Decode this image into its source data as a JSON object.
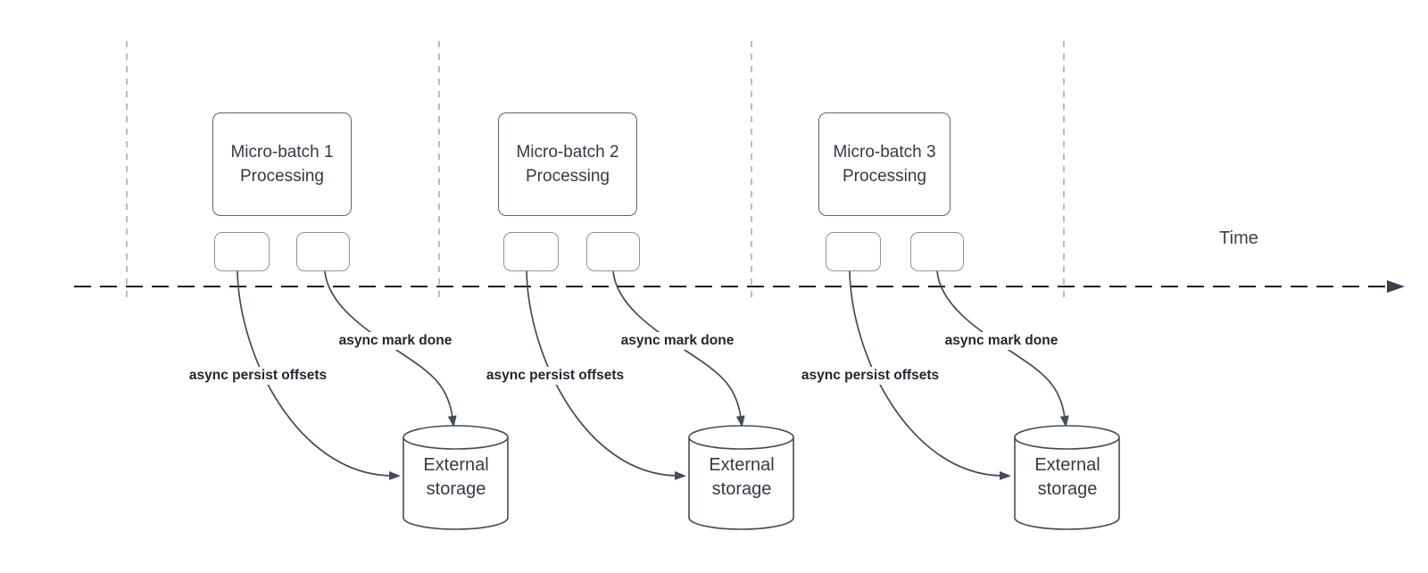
{
  "diagram": {
    "timeline": {
      "label": "Time"
    },
    "batches": [
      {
        "processing_lines": [
          "Micro-batch 1",
          "Processing"
        ],
        "persist_arrow_label": "async persist offsets",
        "mark_done_arrow_label": "async mark done",
        "storage_lines": [
          "External",
          "storage"
        ]
      },
      {
        "processing_lines": [
          "Micro-batch 2",
          "Processing"
        ],
        "persist_arrow_label": "async persist offsets",
        "mark_done_arrow_label": "async mark done",
        "storage_lines": [
          "External",
          "storage"
        ]
      },
      {
        "processing_lines": [
          "Micro-batch 3",
          "Processing"
        ],
        "persist_arrow_label": "async persist offsets",
        "mark_done_arrow_label": "async mark done",
        "storage_lines": [
          "External",
          "storage"
        ]
      }
    ],
    "colors": {
      "shape_border": "#5d646d",
      "small_shape_border": "#8e939a",
      "arrow_stroke": "#434b57",
      "timeline_stroke": "#1e1e1e",
      "tick_line_stroke": "#a8acb1",
      "text_dark": "#22262e",
      "text_shape": "#333a45"
    }
  }
}
